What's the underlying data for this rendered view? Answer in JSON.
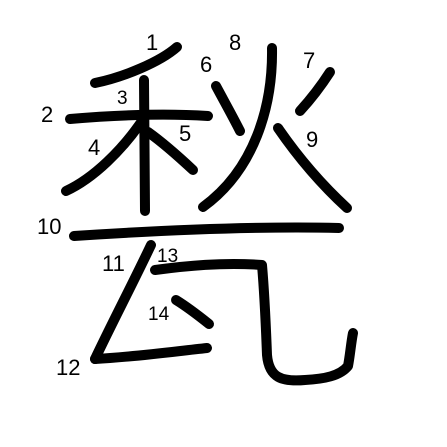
{
  "character": "甃",
  "stroke_numbers": [
    "1",
    "2",
    "3",
    "4",
    "5",
    "6",
    "7",
    "8",
    "9",
    "10",
    "11",
    "12",
    "13",
    "14"
  ]
}
